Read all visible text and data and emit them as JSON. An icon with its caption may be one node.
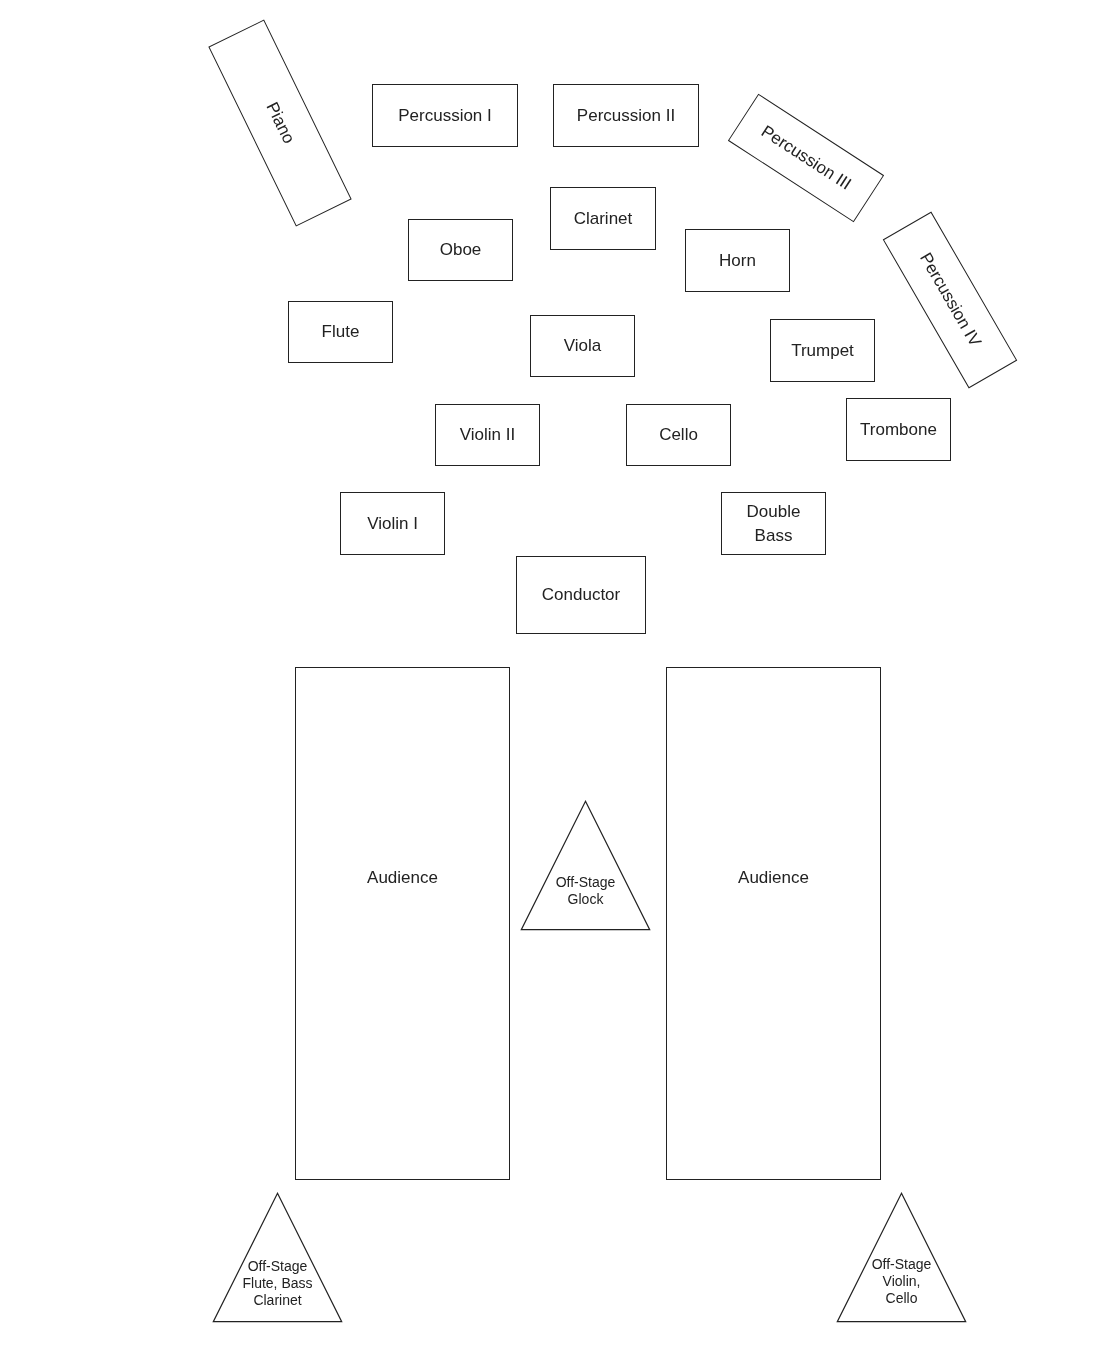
{
  "diagram": {
    "nodes": [
      {
        "text": [
          "Piano"
        ]
      },
      {
        "text": [
          "Percussion I"
        ]
      },
      {
        "text": [
          "Percussion II"
        ]
      },
      {
        "text": [
          "Percussion III"
        ]
      },
      {
        "text": [
          "Clarinet"
        ]
      },
      {
        "text": [
          "Oboe"
        ]
      },
      {
        "text": [
          "Horn"
        ]
      },
      {
        "text": [
          "Percussion IV"
        ]
      },
      {
        "text": [
          "Flute"
        ]
      },
      {
        "text": [
          "Viola"
        ]
      },
      {
        "text": [
          "Trumpet"
        ]
      },
      {
        "text": [
          "Trombone"
        ]
      },
      {
        "text": [
          "Violin II"
        ]
      },
      {
        "text": [
          "Cello"
        ]
      },
      {
        "text": [
          "Violin I"
        ]
      },
      {
        "text": [
          "Double Bass"
        ]
      },
      {
        "text": [
          "Conductor"
        ]
      },
      {
        "text": [
          "Audience"
        ]
      },
      {
        "text": [
          "Off-Stage Glock"
        ]
      },
      {
        "text": [
          "Audience"
        ]
      },
      {
        "text": [
          "Off-Stage Flute, Bass Clarinet"
        ]
      },
      {
        "text": [
          "Off-Stage Violin, Cello"
        ]
      }
    ]
  }
}
